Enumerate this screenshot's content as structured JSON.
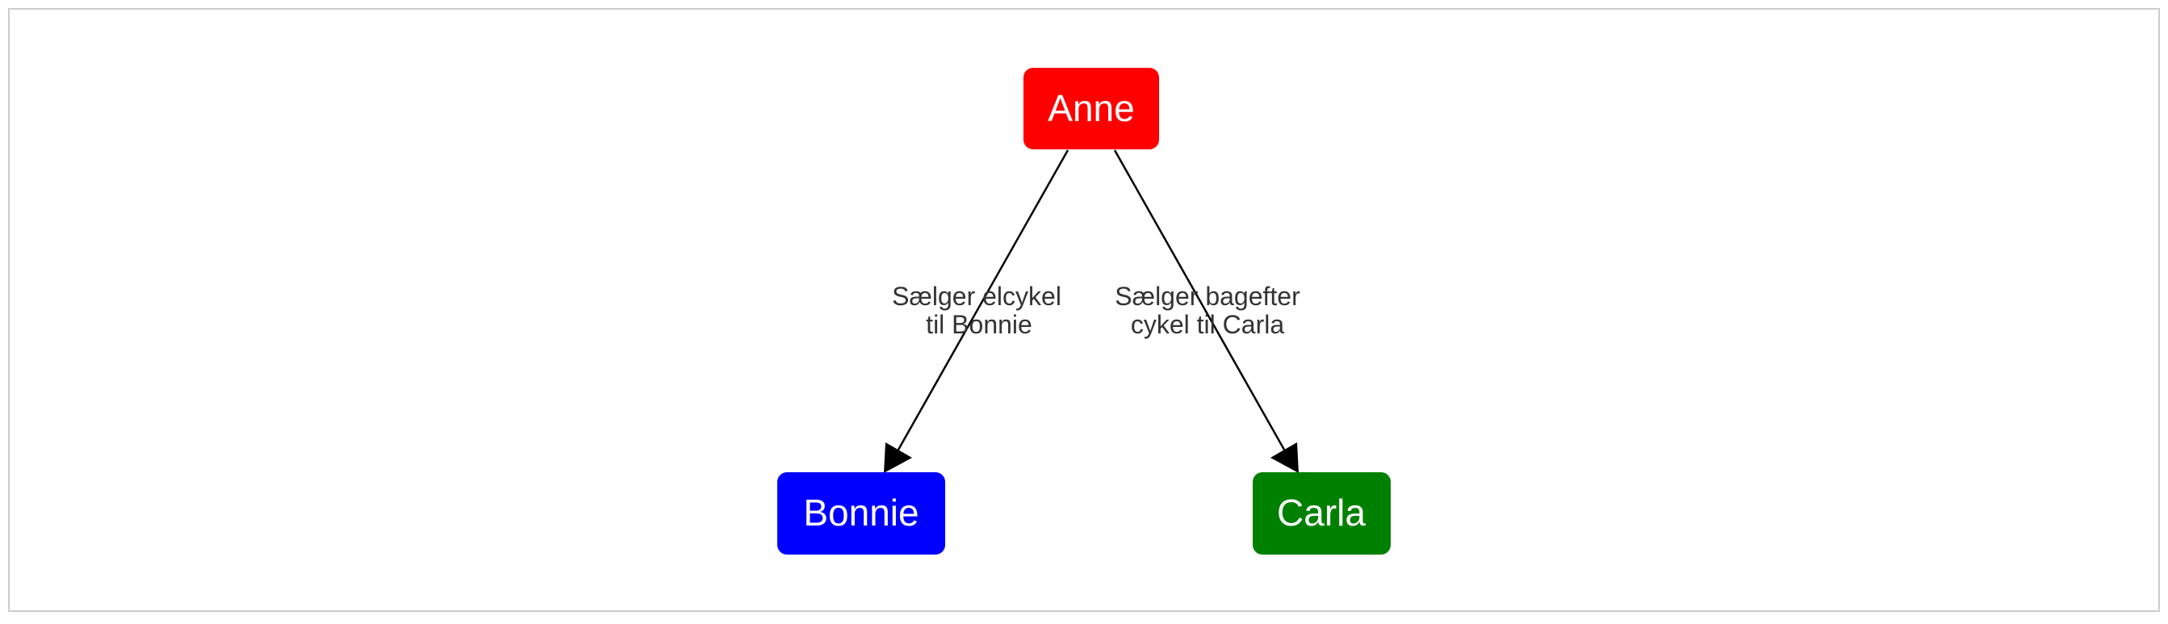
{
  "nodes": {
    "anne": {
      "label": "Anne",
      "color": "#ff0000"
    },
    "bonnie": {
      "label": "Bonnie",
      "color": "#0000ff"
    },
    "carla": {
      "label": "Carla",
      "color": "#008000"
    }
  },
  "edges": {
    "anne_bonnie": {
      "line1": "Sælger elcykel",
      "line2": "til Bonnie"
    },
    "anne_carla": {
      "line1": "Sælger bagefter",
      "line2": "cykel til Carla"
    }
  },
  "colors": {
    "frame_border": "#cccccc",
    "edge": "#000000",
    "edge_label": "#333333"
  }
}
